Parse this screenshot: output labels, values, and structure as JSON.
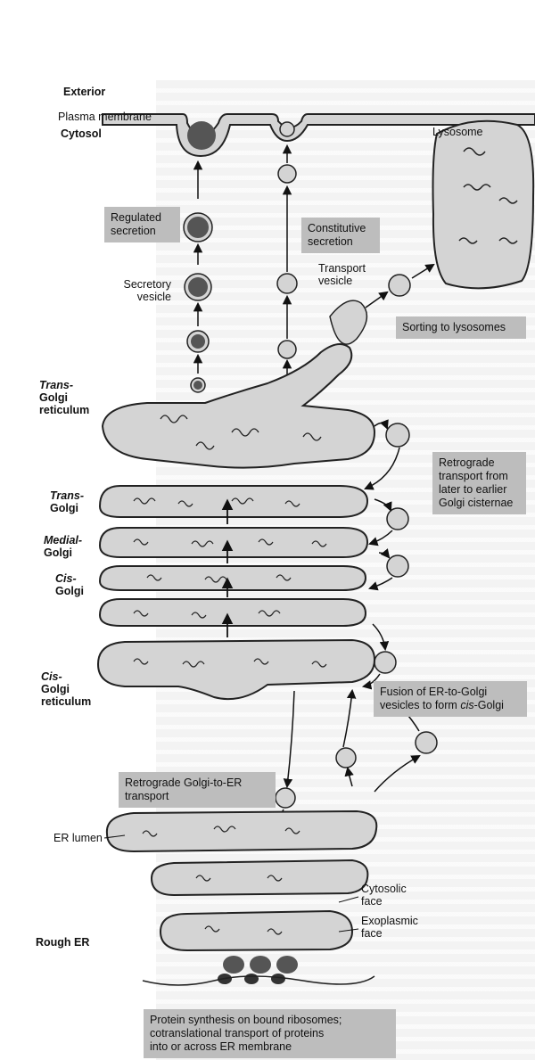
{
  "labels": {
    "exterior": "Exterior",
    "plasma_membrane": "Plasma membrane",
    "cytosol": "Cytosol",
    "lysosome": "Lysosome",
    "secretory_vesicle": "Secretory\nvesicle",
    "transport_vesicle": "Transport\nvesicle",
    "trans_golgi_reticulum_1": "Trans-",
    "trans_golgi_reticulum_2": "Golgi\nreticulum",
    "trans_golgi_1": "Trans-",
    "trans_golgi_2": "Golgi",
    "medial_golgi_1": "Medial-",
    "medial_golgi_2": "Golgi",
    "cis_golgi_1": "Cis-",
    "cis_golgi_2": "Golgi",
    "cis_golgi_reticulum_1": "Cis-",
    "cis_golgi_reticulum_2": "Golgi\nreticulum",
    "er_lumen": "ER lumen",
    "cytosolic_face": "Cytosolic\nface",
    "exoplasmic_face": "Exoplasmic\nface",
    "rough_er": "Rough ER"
  },
  "boxes": {
    "regulated_secretion": "Regulated\nsecretion",
    "constitutive_secretion": "Constitutive\nsecretion",
    "sorting_to_lysosomes": "Sorting to lysosomes",
    "retrograde_transport": "Retrograde\ntransport from\nlater to earlier\nGolgi cisternae",
    "fusion_er_to_golgi_1": "Fusion of ER-to-Golgi\nvesicles to form ",
    "fusion_er_to_golgi_2": "cis",
    "fusion_er_to_golgi_3": "-Golgi",
    "retrograde_golgi_to_er": "Retrograde Golgi-to-ER\ntransport",
    "protein_synthesis": "Protein synthesis on bound ribosomes;\ncotranslational transport of proteins\ninto or across ER membrane"
  },
  "colors": {
    "membrane_fill": "#d4d4d4",
    "membrane_stroke": "#222222",
    "label_box": "#bdbdbd",
    "dense_granule": "#555555"
  }
}
